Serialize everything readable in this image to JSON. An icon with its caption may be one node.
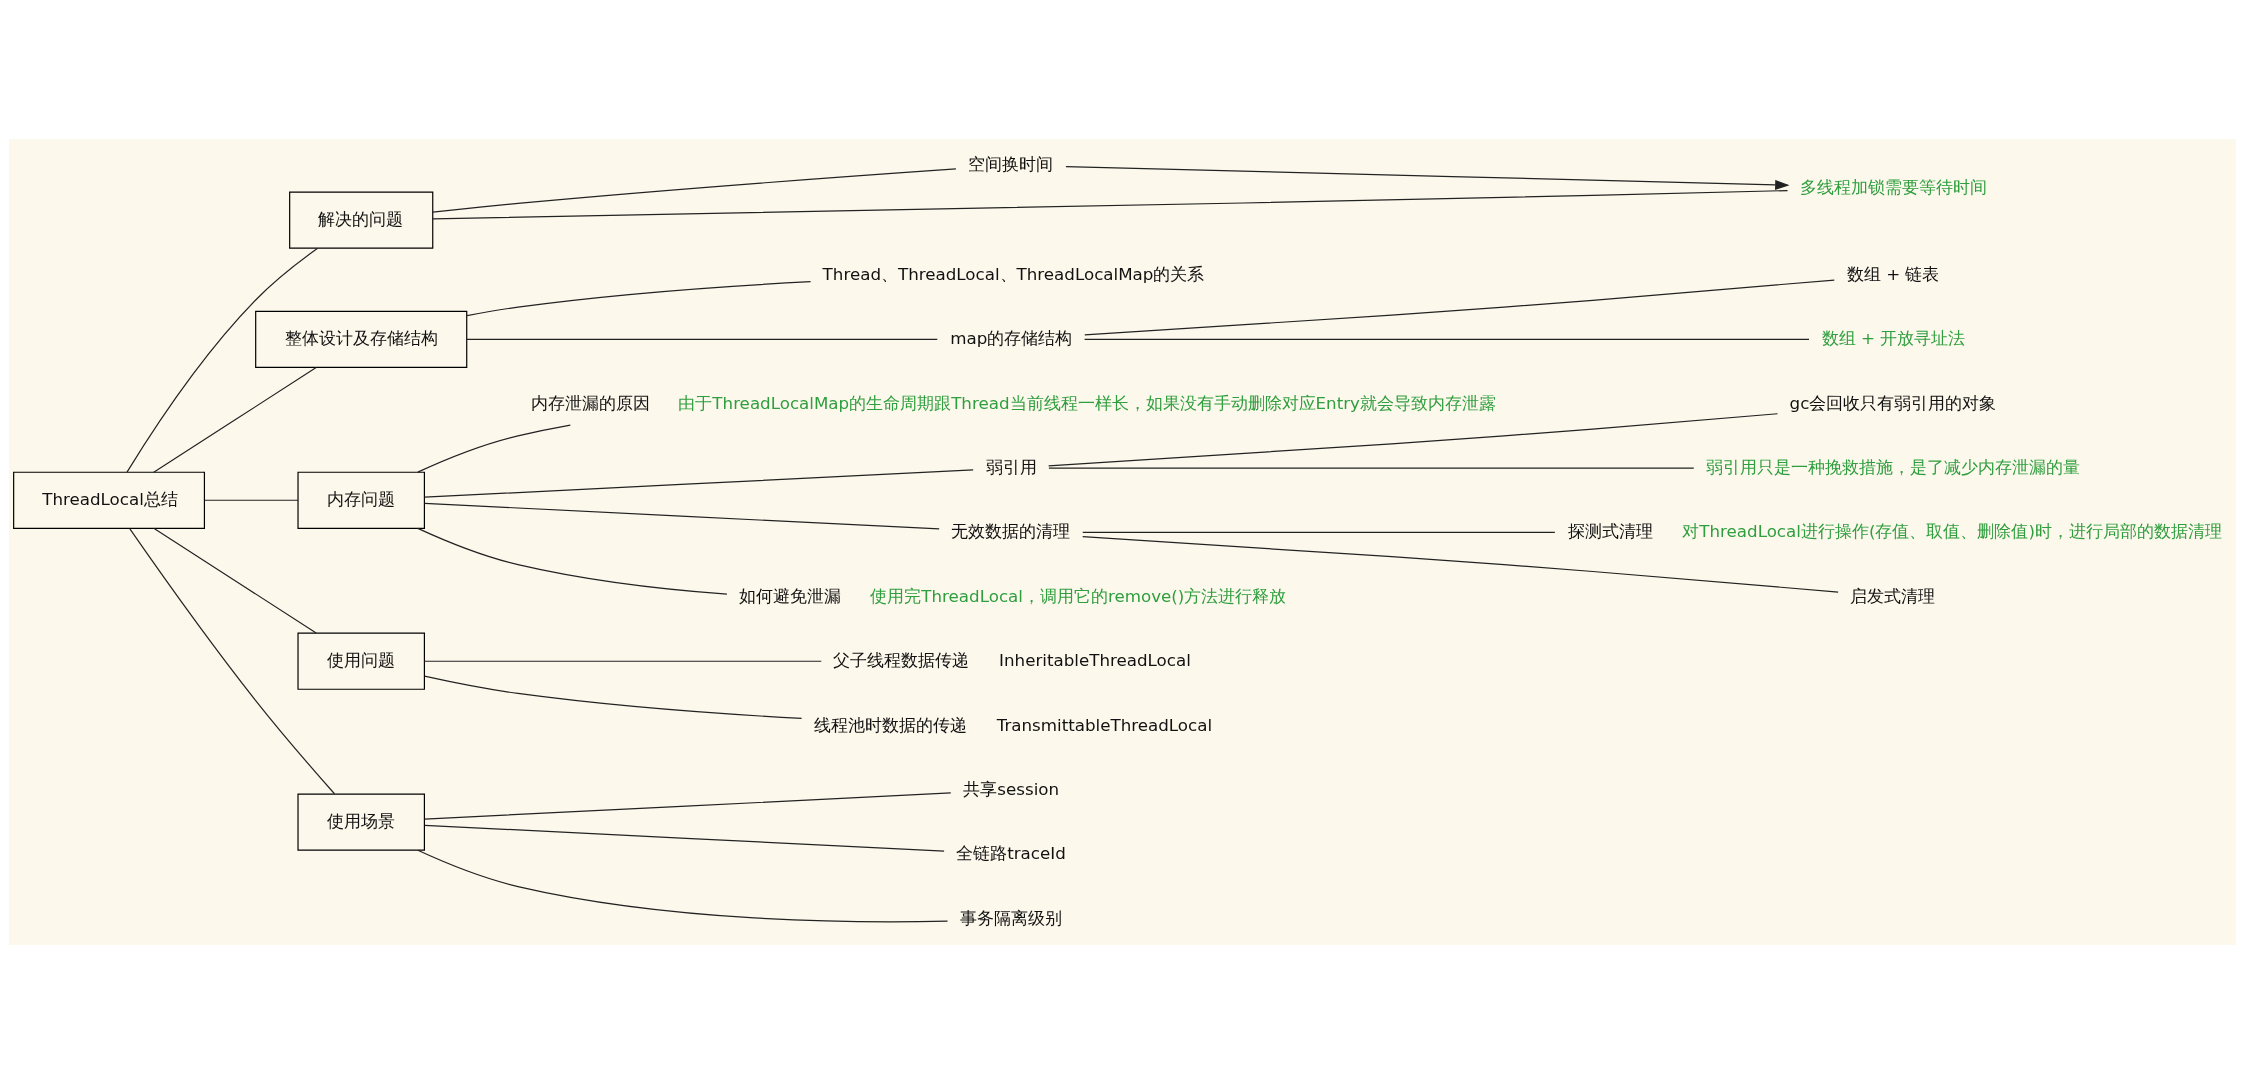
{
  "diagram": {
    "nodes": [
      {
        "text": [
          "ThreadLocal总结"
        ]
      },
      {
        "text": [
          "解决的问题"
        ]
      },
      {
        "text": [
          "整体设计及存储结构"
        ]
      },
      {
        "text": [
          "内存问题"
        ]
      },
      {
        "text": [
          "使用问题"
        ]
      },
      {
        "text": [
          "使用场景"
        ]
      },
      {
        "text": [
          "空间换时间"
        ]
      },
      {
        "text": [
          "多线程加锁需要等待时间"
        ]
      },
      {
        "text": [
          "Thread、ThreadLocal、ThreadLocalMap的关系"
        ]
      },
      {
        "text": [
          "map的存储结构"
        ]
      },
      {
        "text": [
          "数组 + 链表"
        ]
      },
      {
        "text": [
          "数组 + 开放寻址法"
        ]
      },
      {
        "text": [
          "内存泄漏的原因"
        ],
        "beside": [
          "由于ThreadLocalMap的生命周期跟Thread当前线程一样长，如果没有手动删除对应Entry就会导致内存泄露"
        ]
      },
      {
        "text": [
          "弱引用"
        ]
      },
      {
        "text": [
          "gc会回收只有弱引用的对象"
        ]
      },
      {
        "text": [
          "弱引用只是一种挽救措施，是了减少内存泄漏的量"
        ]
      },
      {
        "text": [
          "无效数据的清理"
        ]
      },
      {
        "text": [
          "探测式清理"
        ],
        "beside": [
          "对ThreadLocal进行操作(存值、取值、删除值)时，进行局部的数据清理"
        ]
      },
      {
        "text": [
          "启发式清理"
        ]
      },
      {
        "text": [
          "如何避免泄漏"
        ],
        "beside": [
          "使用完ThreadLocal，调用它的remove()方法进行释放"
        ]
      },
      {
        "text": [
          "父子线程数据传递"
        ],
        "beside": [
          "InheritableThreadLocal"
        ]
      },
      {
        "text": [
          "线程池时数据的传递"
        ],
        "beside": [
          "TransmittableThreadLocal"
        ]
      },
      {
        "text": [
          "共享session"
        ]
      },
      {
        "text": [
          "全链路traceId"
        ]
      },
      {
        "text": [
          "事务隔离级别"
        ]
      }
    ],
    "edges": [
      {
        "from": 0,
        "to": 1,
        "arrow": "none"
      },
      {
        "from": 0,
        "to": 2,
        "arrow": "none"
      },
      {
        "from": 0,
        "to": 3,
        "arrow": "none"
      },
      {
        "from": 0,
        "to": 4,
        "arrow": "none"
      },
      {
        "from": 0,
        "to": 5,
        "arrow": "none"
      },
      {
        "from": 1,
        "to": 6,
        "arrow": "none"
      },
      {
        "from": 1,
        "to": 7,
        "arrow": "none"
      },
      {
        "from": 6,
        "to": 7,
        "arrow": "to"
      },
      {
        "from": 2,
        "to": 8,
        "arrow": "none"
      },
      {
        "from": 2,
        "to": 9,
        "arrow": "none"
      },
      {
        "from": 9,
        "to": 10,
        "arrow": "none"
      },
      {
        "from": 9,
        "to": 11,
        "arrow": "none"
      },
      {
        "from": 3,
        "to": 12,
        "arrow": "none"
      },
      {
        "from": 3,
        "to": 13,
        "arrow": "none"
      },
      {
        "from": 3,
        "to": 16,
        "arrow": "none"
      },
      {
        "from": 3,
        "to": 19,
        "arrow": "none"
      },
      {
        "from": 13,
        "to": 14,
        "arrow": "none"
      },
      {
        "from": 13,
        "to": 15,
        "arrow": "none"
      },
      {
        "from": 16,
        "to": 17,
        "arrow": "none"
      },
      {
        "from": 16,
        "to": 18,
        "arrow": "none"
      },
      {
        "from": 4,
        "to": 20,
        "arrow": "none"
      },
      {
        "from": 4,
        "to": 21,
        "arrow": "none"
      },
      {
        "from": 5,
        "to": 22,
        "arrow": "none"
      },
      {
        "from": 5,
        "to": 23,
        "arrow": "none"
      },
      {
        "from": 5,
        "to": 24,
        "arrow": "none"
      }
    ]
  }
}
